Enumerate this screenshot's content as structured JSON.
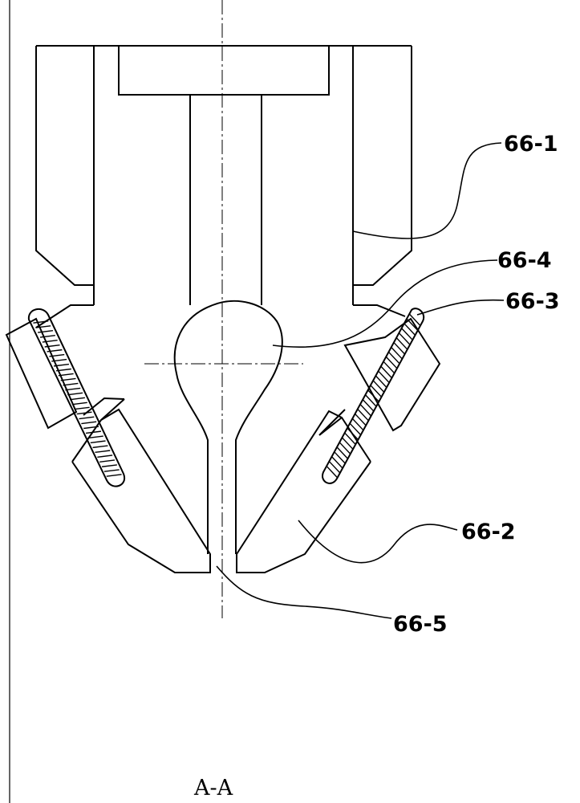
{
  "labels": {
    "l1": "66-1",
    "l2": "66-2",
    "l3": "66-3",
    "l4": "66-4",
    "l5": "66-5"
  },
  "section_label": "A-A",
  "colors": {
    "stroke": "#000000",
    "background": "#ffffff"
  }
}
